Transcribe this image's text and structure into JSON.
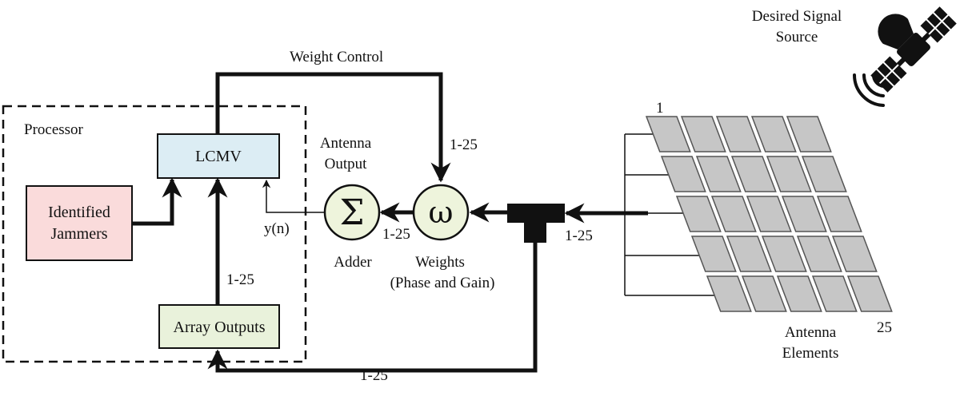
{
  "colors": {
    "lcmv_fill": "#dcedf4",
    "jammers_fill": "#fadbdb",
    "array_outputs_fill": "#e9f2db",
    "circle_fill": "#eef4dc",
    "panel_fill": "#c6c6c6",
    "panel_stroke": "#555555",
    "line": "#111111"
  },
  "icons": {
    "adder_symbol": "Σ",
    "weights_symbol": "ω",
    "satellite": "satellite-icon",
    "splitter": "splitter-block"
  },
  "labels": {
    "processor": "Processor",
    "lcmv": "LCMV",
    "identified_jammers_line1": "Identified",
    "identified_jammers_line2": "Jammers",
    "array_outputs": "Array Outputs",
    "weight_control": "Weight Control",
    "antenna_output_line1": "Antenna",
    "antenna_output_line2": "Output",
    "yn": "y(n)",
    "adder": "Adder",
    "adder_range": "1-25",
    "weights": "Weights",
    "weights_sub": "(Phase and Gain)",
    "weights_input_range": "1-25",
    "splitter_range": "1-25",
    "array_outputs_range": "1-25",
    "bottom_range": "1-25",
    "desired_signal_line1": "Desired Signal",
    "desired_signal_line2": "Source",
    "element_first": "1",
    "element_last": "25",
    "antenna_elements_line1": "Antenna",
    "antenna_elements_line2": "Elements"
  }
}
